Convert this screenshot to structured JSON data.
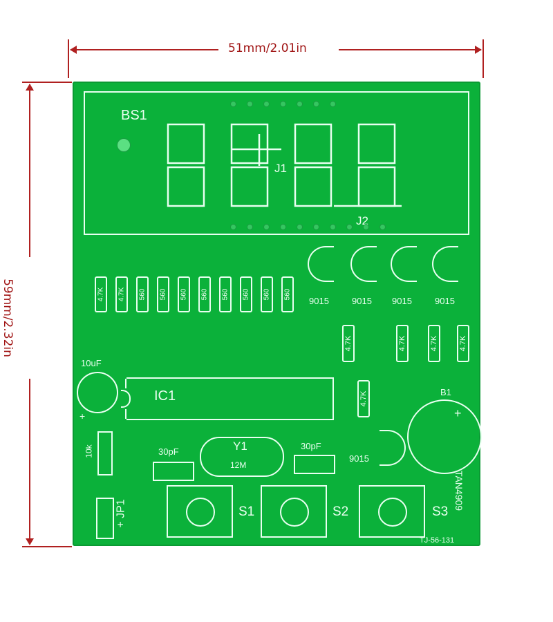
{
  "dimensions": {
    "width_label": "51mm/2.01in",
    "height_label": "59mm/2.32in"
  },
  "board": {
    "display_label": "BS1",
    "j1": "J1",
    "j2": "J2",
    "transistors": [
      "9015",
      "9015",
      "9015",
      "9015"
    ],
    "resistors_row": [
      "4.7K",
      "4.7K",
      "560",
      "560",
      "560",
      "560",
      "560",
      "560",
      "560",
      "560"
    ],
    "resistors_right": [
      "4.7K",
      "4.7K",
      "4.7K",
      "4.7K",
      "4.7K"
    ],
    "cap_label": "10uF",
    "ic_label": "IC1",
    "buzzer_label": "B1",
    "r10k_label": "10k",
    "cap30_left": "30pF",
    "cap30_right": "30pF",
    "crystal_label": "Y1",
    "crystal_freq": "12M",
    "transistor_b1": "9015",
    "jp_label": "+ JP1",
    "buttons": [
      "S1",
      "S2",
      "S3"
    ],
    "model": "TAN4909",
    "code": "TJ-56-131",
    "colors": {
      "board": "#0bb13a",
      "silk": "#e8fff0",
      "dimension": "#a01414"
    }
  }
}
